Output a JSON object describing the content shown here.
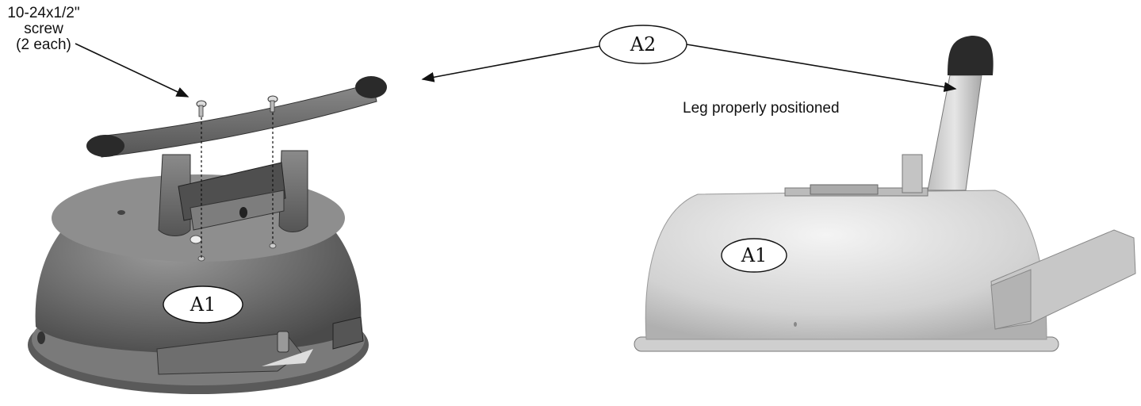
{
  "screw_callout": {
    "line1": "10-24x1/2\"",
    "line2": "screw",
    "line3": "(2 each)"
  },
  "position_note": "Leg properly positioned",
  "labels": {
    "a2": "A2",
    "a1_left": "A1",
    "a1_right": "A1"
  },
  "icons": [
    "screw-icon",
    "handle-part",
    "base-part",
    "leg-part",
    "arrow-icon"
  ],
  "colors": {
    "part_dark": "#6a6a6a",
    "part_light": "#d9d9d9",
    "cap": "#2a2a2a"
  }
}
